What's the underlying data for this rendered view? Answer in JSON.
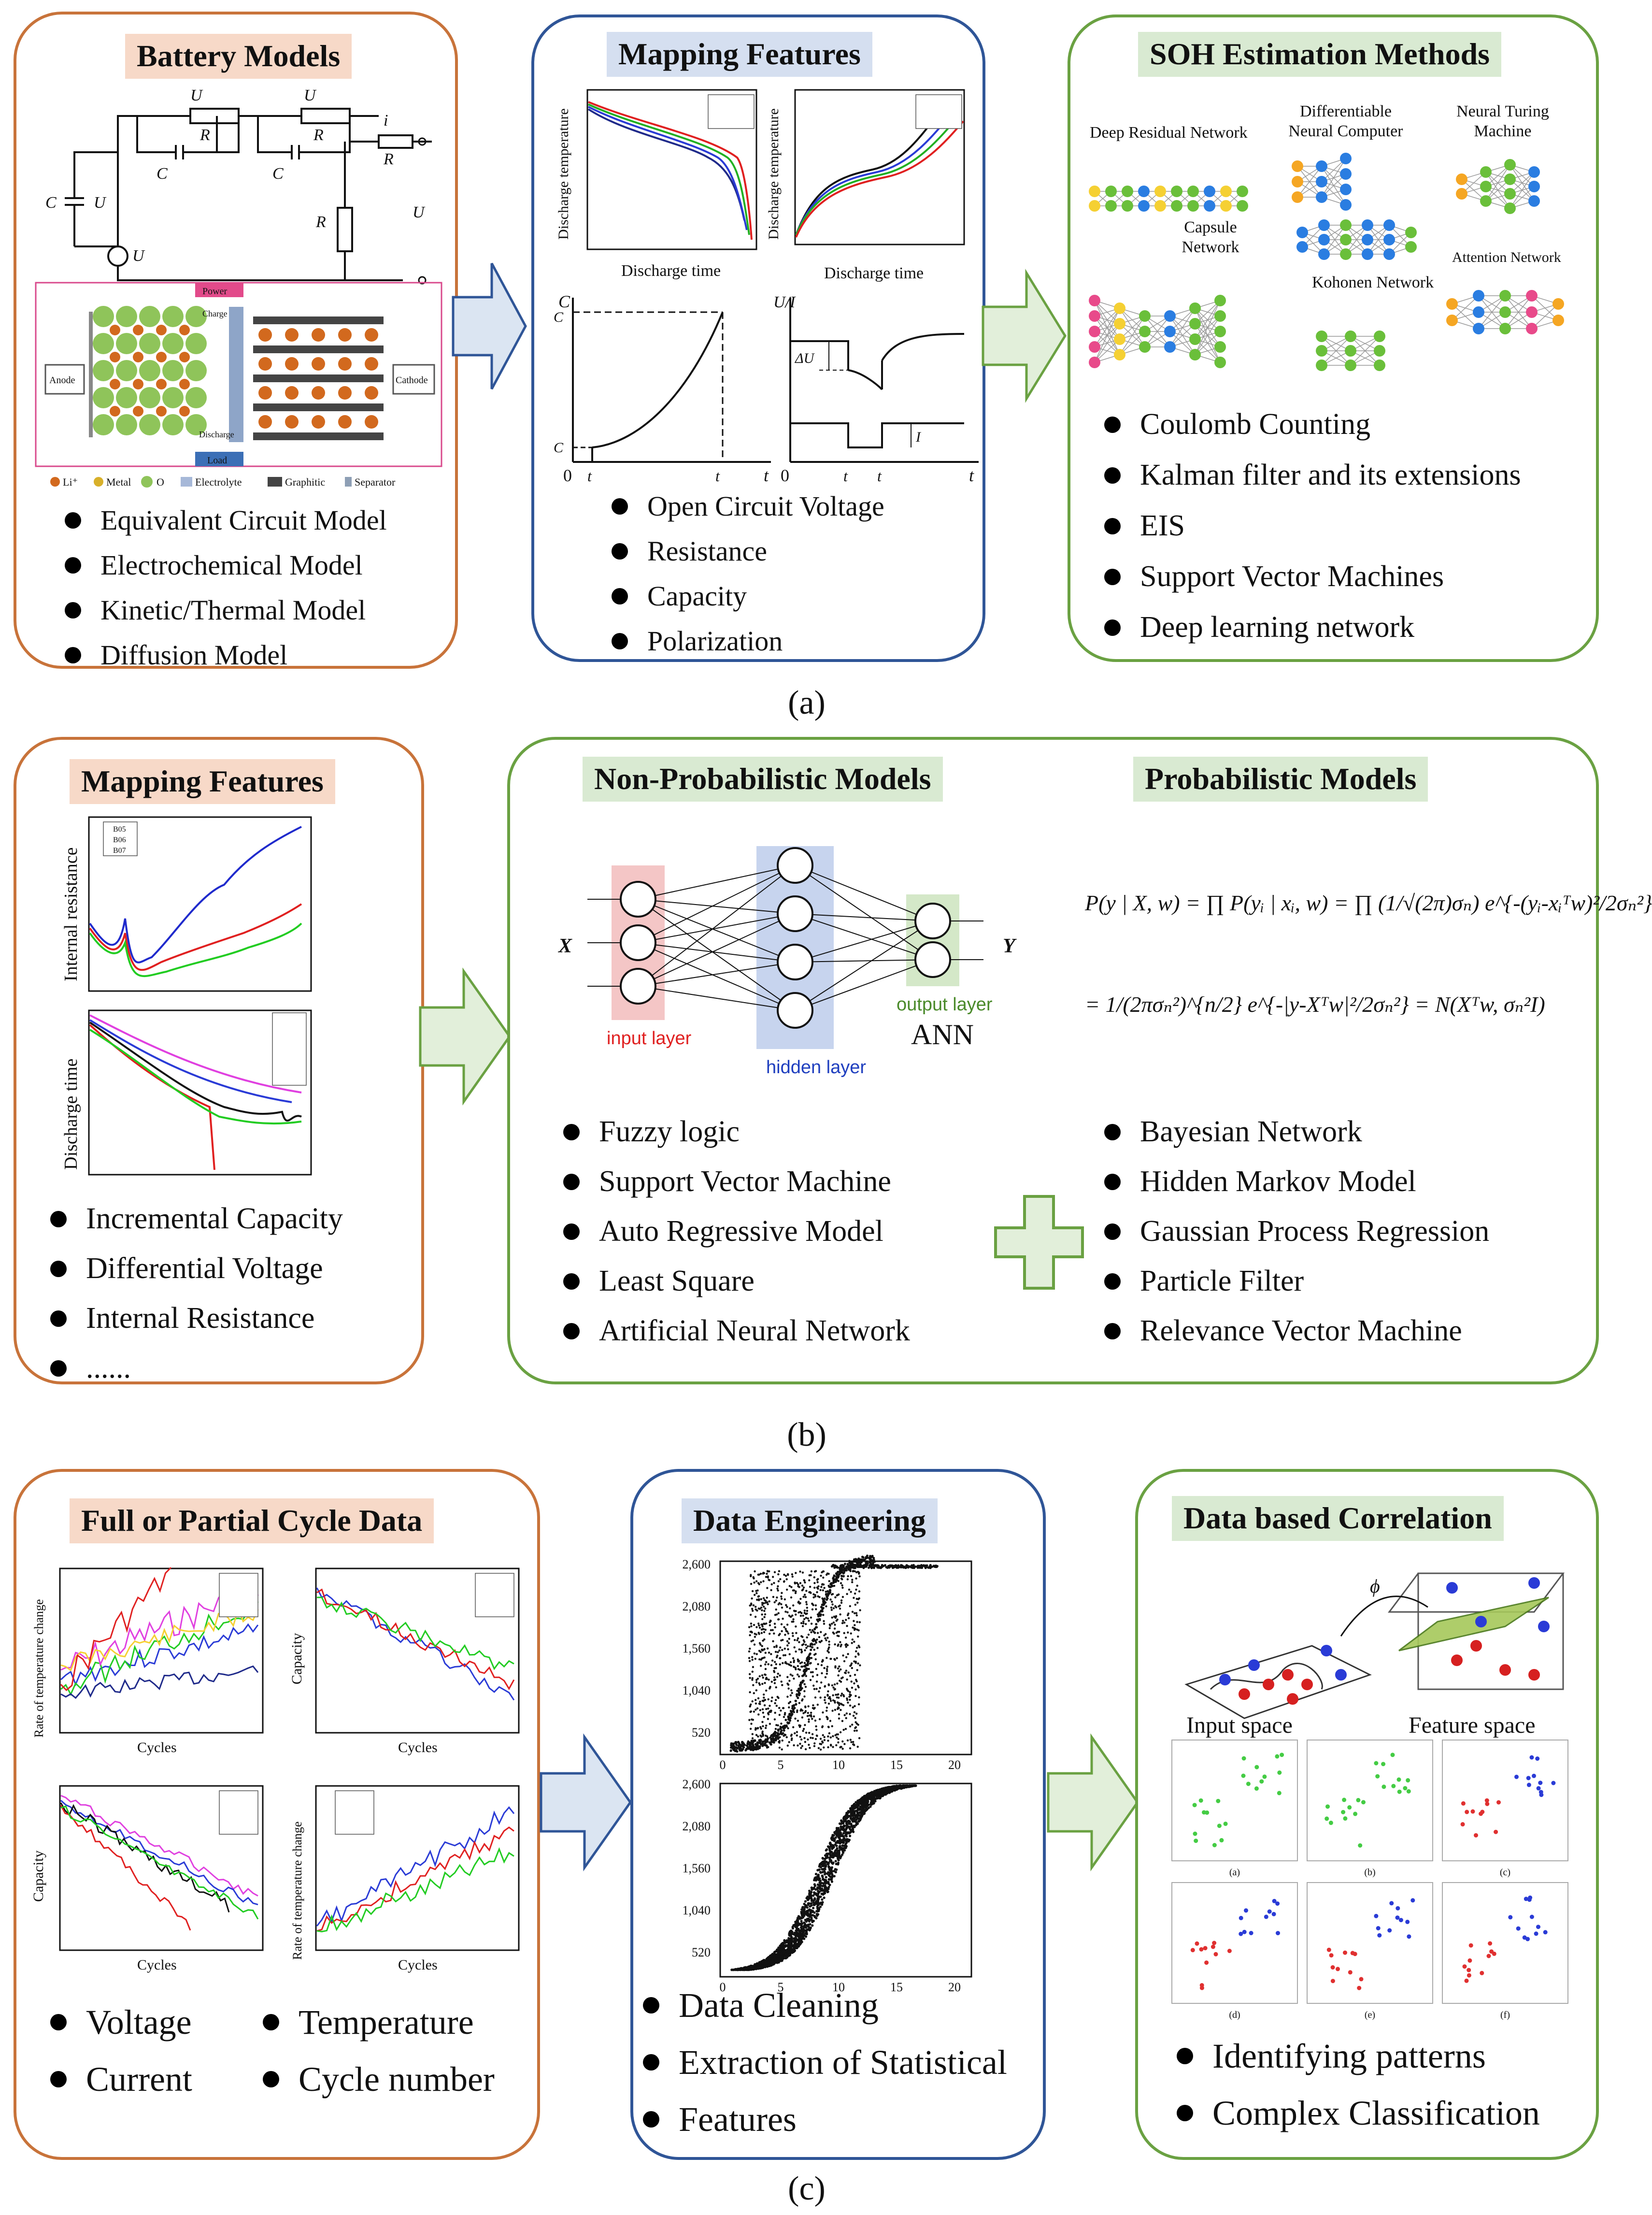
{
  "panel_a": {
    "label": "(a)",
    "battery_models": {
      "title": "Battery Models",
      "circuit": {
        "UD1": "U",
        "UD2": "U",
        "RD1": "R",
        "RD2": "R",
        "CD1": "C",
        "CD2": "C",
        "iL": "i",
        "R0": "R",
        "Cb": "C",
        "Ub": "U",
        "Uoc": "U",
        "Rs": "R",
        "Ut": "U"
      },
      "cell_labels": {
        "anode": "Anode",
        "cathode": "Cathode",
        "power": "Power",
        "charge": "Charge",
        "discharge": "Discharge",
        "load": "Load"
      },
      "legend": [
        "Li⁺",
        "Metal",
        "O",
        "Electrolyte",
        "Graphitic",
        "Separator"
      ],
      "items": [
        "Equivalent Circuit Model",
        "Electrochemical Model",
        "Kinetic/Thermal Model",
        "Diffusion Model"
      ]
    },
    "mapping_features": {
      "title": "Mapping Features",
      "chart1_ylabel": "Discharge temperature",
      "chart1_xlabel": "Discharge time",
      "chart2_ylabel": "Discharge temperature",
      "chart2_xlabel": "Discharge time",
      "chart3": {
        "ylabel": "C",
        "ch": "C",
        "cl": "C",
        "x0": "0",
        "tl": "t",
        "th": "t",
        "t": "t"
      },
      "chart4": {
        "ylabel": "U/I",
        "du": "ΔU",
        "i": "I",
        "x0": "0",
        "t1": "t",
        "t2": "t",
        "t": "t"
      },
      "items": [
        "Open Circuit Voltage",
        "Resistance",
        "Capacity",
        "Polarization"
      ]
    },
    "soh": {
      "title": "SOH Estimation Methods",
      "nets": [
        "Deep Residual Network",
        "Differentiable Neural Computer",
        "Neural Turing Machine",
        "Capsule Network",
        "Kohonen Network",
        "Attention Network"
      ],
      "items": [
        "Coulomb Counting",
        "Kalman filter and its extensions",
        "EIS",
        "Support Vector Machines",
        "Deep learning network"
      ]
    }
  },
  "panel_b": {
    "label": "(b)",
    "mapping_features": {
      "title": "Mapping Features",
      "chart1_ylabel": "Internal resistance",
      "chart1_legend": [
        "B05",
        "B06",
        "B07"
      ],
      "chart2_ylabel": "Discharge time",
      "items": [
        "Incremental Capacity",
        "Differential Voltage",
        "Internal Resistance",
        "......"
      ]
    },
    "nonprob": {
      "title": "Non-Probabilistic Models",
      "ann": {
        "x": "X",
        "y": "Y",
        "input": "input layer",
        "hidden": "hidden layer",
        "output": "output layer",
        "caption": "ANN"
      },
      "items": [
        "Fuzzy logic",
        "Support Vector Machine",
        "Auto Regressive Model",
        "Least Square",
        "Artificial Neural Network"
      ]
    },
    "prob": {
      "title": "Probabilistic Models",
      "eq_line1": "P(y | X, w) = ∏ P(yᵢ | xᵢ, w) = ∏ (1/√(2π)σₙ) e^{-(yᵢ-xᵢᵀw)²/2σₙ²}",
      "eq_line2": "= 1/(2πσₙ²)^{n/2} e^{-|y-Xᵀw|²/2σₙ²} = N(Xᵀw, σₙ²I)",
      "items": [
        "Bayesian Network",
        "Hidden Markov Model",
        "Gaussian Process Regression",
        "Particle Filter",
        "Relevance Vector Machine"
      ]
    }
  },
  "panel_c": {
    "label": "(c)",
    "cycle_data": {
      "title": "Full or Partial Cycle Data",
      "charts": [
        {
          "ylabel": "Rate of temperature change",
          "xlabel": "Cycles"
        },
        {
          "ylabel": "Capacity",
          "xlabel": "Cycles"
        },
        {
          "ylabel": "Capacity",
          "xlabel": "Cycles"
        },
        {
          "ylabel": "Rate of temperature change",
          "xlabel": "Cycles"
        }
      ],
      "items_left": [
        "Voltage",
        "Current"
      ],
      "items_right": [
        "Temperature",
        "Cycle number"
      ]
    },
    "data_eng": {
      "title": "Data Engineering",
      "yticks": [
        "2,600",
        "2,080",
        "1,560",
        "1,040",
        "520"
      ],
      "xticks": [
        "0",
        "5",
        "10",
        "15",
        "20"
      ],
      "items": [
        "Data Cleaning",
        "Extraction of Statistical",
        "Features"
      ]
    },
    "correlation": {
      "title": "Data based Correlation",
      "phi": "ϕ",
      "input_space": "Input space",
      "feature_space": "Feature space",
      "small_caps": [
        "(a)",
        "(b)",
        "(c)",
        "(d)",
        "(e)",
        "(f)"
      ],
      "items": [
        "Identifying patterns",
        "Complex Classification"
      ]
    }
  },
  "colors": {
    "orange": "#c8733a",
    "blue": "#2f5597",
    "green": "#6aa142",
    "arrow_blue": "#dbe5f2",
    "arrow_green": "#e2efda"
  }
}
